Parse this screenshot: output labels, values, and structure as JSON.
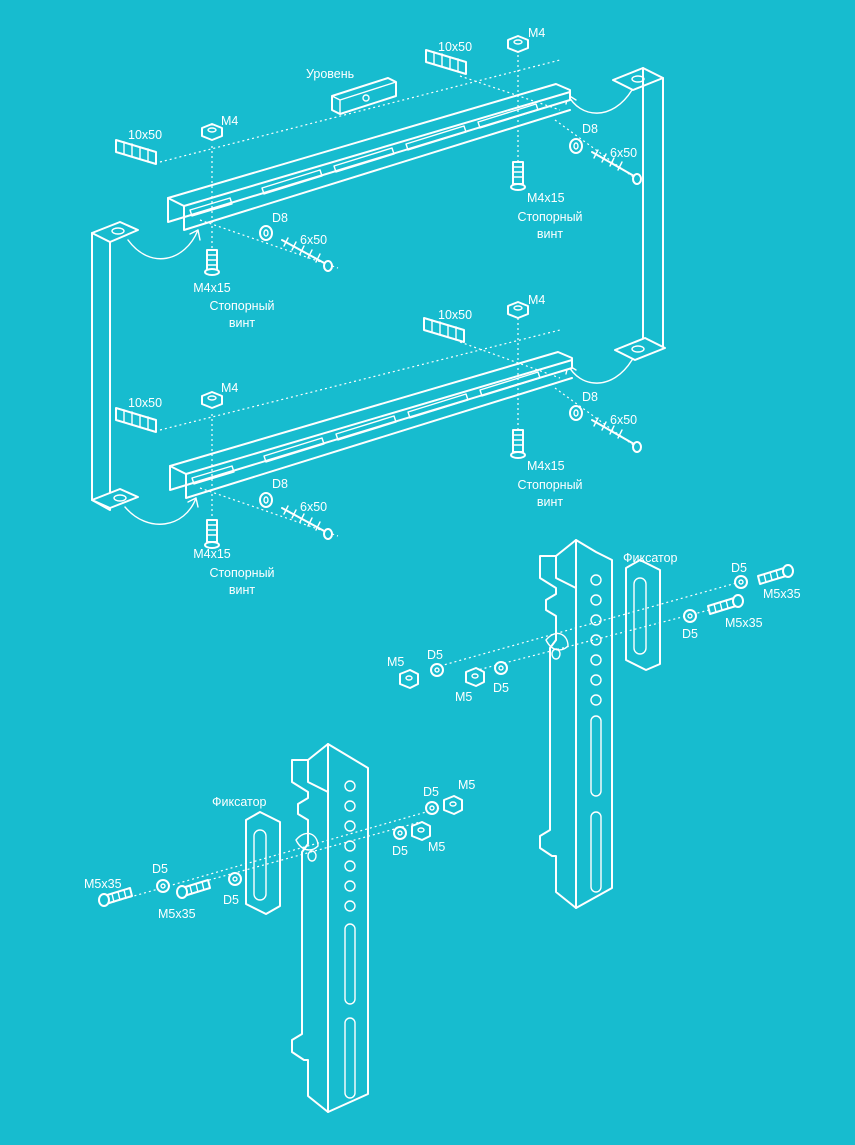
{
  "colors": {
    "background": "#17bccf",
    "line": "#ffffff"
  },
  "labels": {
    "level": "Уровень",
    "m4": "M4",
    "dowel": "10x50",
    "washer_d8": "D8",
    "screw_6x50": "6x50",
    "bolt_m4x15": "M4x15",
    "stop_screw_line1": "Стопорный",
    "stop_screw_line2": "винт",
    "latch": "Фиксатор",
    "washer_d5": "D5",
    "nut_m5": "M5",
    "bolt_m5x35": "M5x35"
  }
}
